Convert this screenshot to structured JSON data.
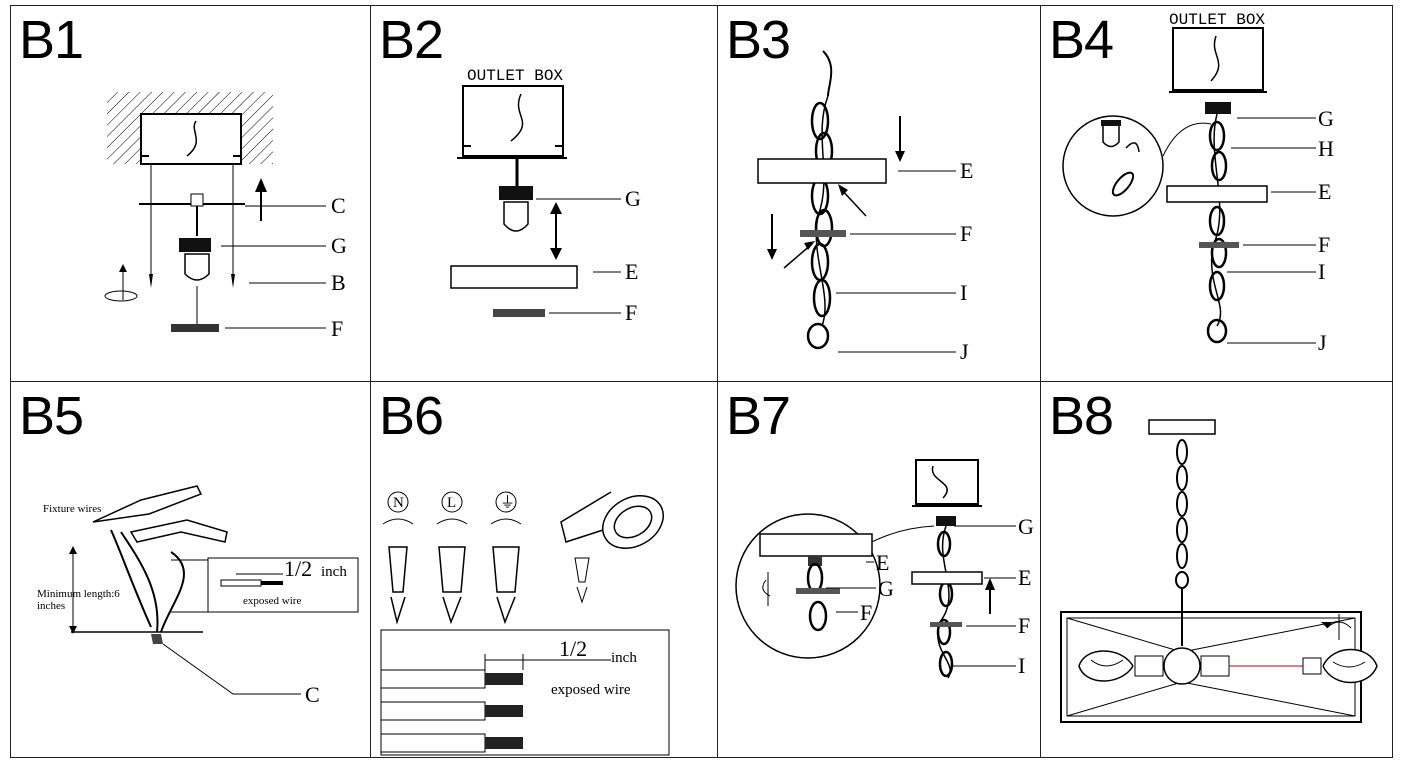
{
  "panels": [
    {
      "id": "B1",
      "title": "B1",
      "labels": [
        "C",
        "G",
        "B",
        "F"
      ]
    },
    {
      "id": "B2",
      "title": "B2",
      "box_label": "OUTLET BOX",
      "labels": [
        "G",
        "E",
        "F"
      ]
    },
    {
      "id": "B3",
      "title": "B3",
      "labels": [
        "E",
        "F",
        "I",
        "J"
      ]
    },
    {
      "id": "B4",
      "title": "B4",
      "box_label": "OUTLET BOX",
      "labels": [
        "G",
        "H",
        "E",
        "F",
        "I",
        "J"
      ]
    },
    {
      "id": "B5",
      "title": "B5",
      "fixture_wires": "Fixture wires",
      "min_length": "Minimum length:6",
      "min_length_unit": "inches",
      "measure": "1/2",
      "measure_unit": "inch",
      "exposed": "exposed wire",
      "labels": [
        "C"
      ]
    },
    {
      "id": "B6",
      "title": "B6",
      "connectors": [
        "N",
        "L",
        "⏚"
      ],
      "measure": "1/2",
      "measure_unit": "inch",
      "exposed": "exposed wire"
    },
    {
      "id": "B7",
      "title": "B7",
      "labels": [
        "G",
        "E",
        "F",
        "I"
      ],
      "inset_labels": [
        "E",
        "G",
        "F"
      ]
    },
    {
      "id": "B8",
      "title": "B8"
    }
  ]
}
